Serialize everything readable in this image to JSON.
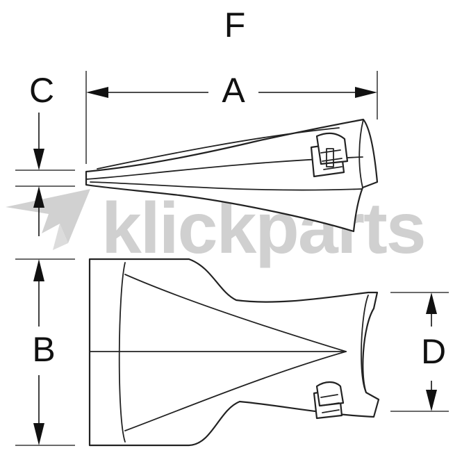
{
  "labels": {
    "overall_length": "F",
    "length": "A",
    "tip_offset": "C",
    "height": "B",
    "pocket_width": "D"
  },
  "watermark": {
    "text": "klickparts",
    "color": "#c8c8c8"
  },
  "colors": {
    "line": "#222222",
    "background": "#ffffff"
  }
}
